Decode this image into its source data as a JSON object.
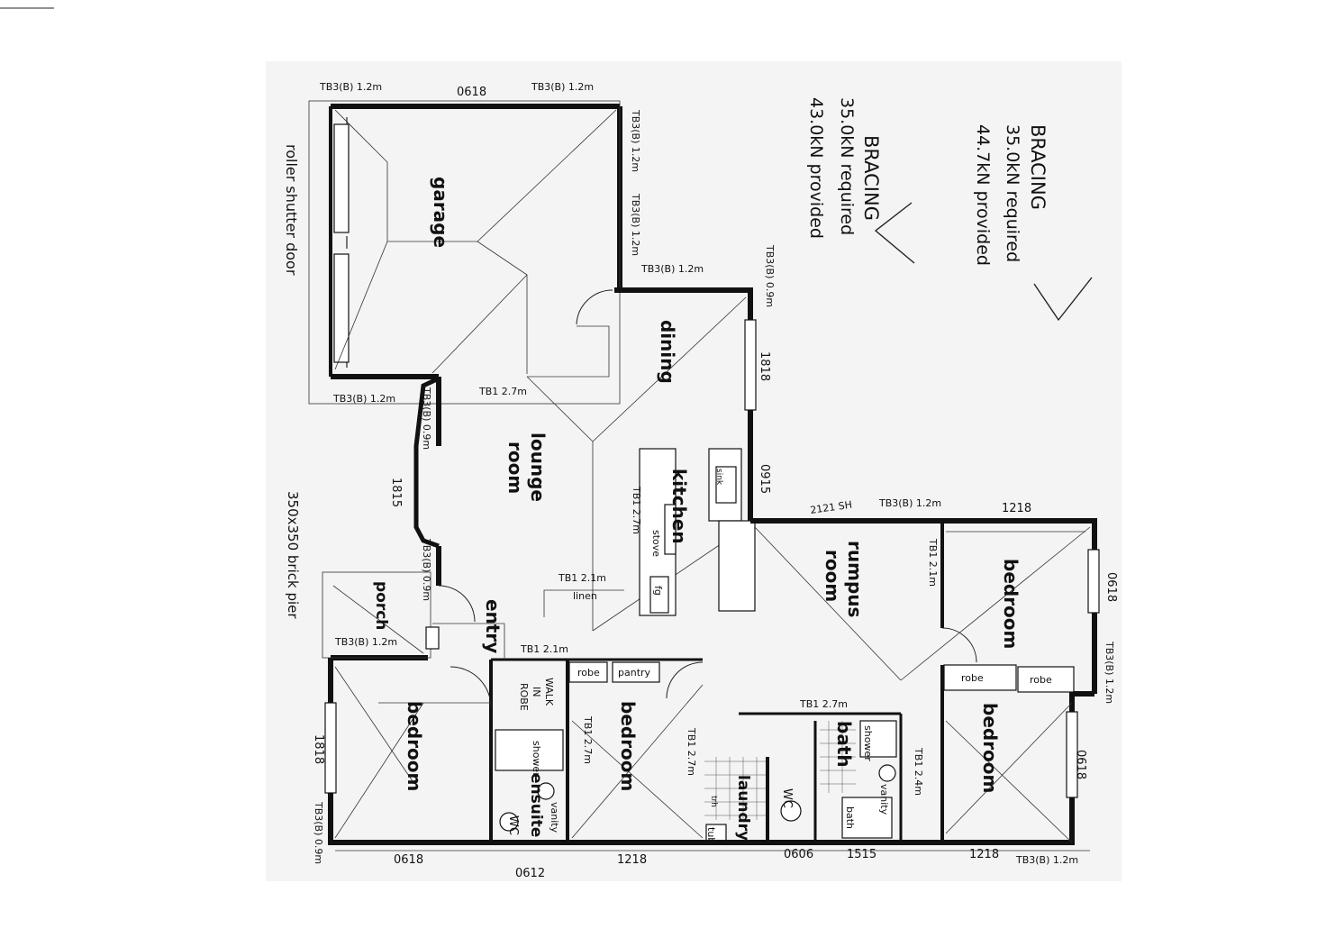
{
  "bracing_a": {
    "title": "BRACING",
    "required": "35.0kN required",
    "provided": "43.0kN provided"
  },
  "bracing_b": {
    "title": "BRACING",
    "required": "35.0kN required",
    "provided": "44.7kN provided"
  },
  "rooms": {
    "garage": "garage",
    "dining": "dining",
    "lounge_line1": "lounge",
    "lounge_line2": "room",
    "kitchen": "kitchen",
    "rumpus_line1": "rumpus",
    "rumpus_line2": "room",
    "entry": "entry",
    "porch": "porch",
    "bedroom_right_top": "bedroom",
    "bedroom_left": "bedroom",
    "bedroom_middle": "bedroom",
    "bedroom_right_bottom": "bedroom",
    "ensuite": "ensuite",
    "bath": "bath",
    "laundry": "laundry",
    "walk_in_robe_1": "WALK",
    "walk_in_robe_2": "IN",
    "walk_in_robe_3": "ROBE"
  },
  "fixtures": {
    "sink": "sink",
    "stove": "stove",
    "fridge": "fg",
    "linen": "linen",
    "pantry": "pantry",
    "robe_a": "robe",
    "robe_b": "robe",
    "robe_c": "robe",
    "shower_a": "shower",
    "shower_b": "shower",
    "vanity_a": "vanity",
    "vanity_b": "vanity",
    "wc_a": "WC",
    "wc_b": "WC",
    "bath_fixture": "bath",
    "tub": "tub",
    "trough": "trh"
  },
  "notes": {
    "roller_door": "roller shutter door",
    "brick_pier": "350x350 brick pier"
  },
  "annotations": {
    "tb3_top_left": "TB3(B) 1.2m",
    "w_0618_top": "0618",
    "tb3_top_right": "TB3(B) 1.2m",
    "tb3_garage_right_1": "TB3(B) 1.2m",
    "tb3_garage_right_2": "TB3(B) 1.2m",
    "tb3_dining_top": "TB3(B) 1.2m",
    "tb3_dining_corner": "TB3(B) 0.9m",
    "w_1818_dining": "1818",
    "w_0915": "0915",
    "tb3_garage_bottom": "TB3(B) 1.2m",
    "tb1_lounge": "TB1 2.7m",
    "tb3_bay_1": "TB3(B) 0.9m",
    "w_1815": "1815",
    "tb3_bay_2": "TB3(B) 0.9m",
    "tb1_kitchen": "TB1 2.7m",
    "tb1_linen": "TB1 2.1m",
    "stamp_2121": "2121 SH",
    "tb3_rumpus_top": "TB3(B) 1.2m",
    "w_1218_top": "1218",
    "tb1_rumpus": "TB1 2.1m",
    "w_0618_right": "0618",
    "tb3_right": "TB3(B) 1.2m",
    "tb3_porch": "TB3(B) 1.2m",
    "tb1_entry": "TB1 2.1m",
    "tb1_corridor": "TB1 2.7m",
    "w_1818_left": "1818",
    "tb3_left_bottom": "TB3(B) 0.9m",
    "tb1_bed2_a": "TB1 2.7m",
    "tb1_bed2_b": "TB1 2.7m",
    "tb1_bath": "TB1 2.4m",
    "w_0618_bottom": "0618",
    "w_0612": "0612",
    "w_1218_bottom_mid": "1218",
    "w_0606": "0606",
    "w_1515": "1515",
    "w_1218_bottom_right": "1218",
    "w_0618_right_bottom": "0618",
    "tb3_bottom_right": "TB3(B) 1.2m"
  }
}
